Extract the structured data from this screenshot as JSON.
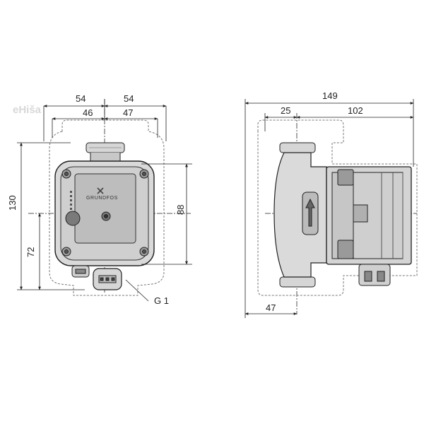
{
  "watermark": "eHiša",
  "brand_label": "GRUNDFOS",
  "front_view": {
    "top_widths": {
      "left_outer": "54",
      "right_outer": "54",
      "left_inner": "46",
      "right_inner": "47"
    },
    "heights": {
      "total": "130",
      "lower": "72",
      "right": "88"
    },
    "connection_label": "G 1"
  },
  "side_view": {
    "total_width": "149",
    "left_part": "25",
    "right_part": "102",
    "bottom_offset": "47"
  },
  "colors": {
    "line": "#222222",
    "dashed": "#666666",
    "body_fill": "#dcdcdc",
    "panel_fill": "#bdbdbd",
    "dark": "#5a5a5a"
  }
}
